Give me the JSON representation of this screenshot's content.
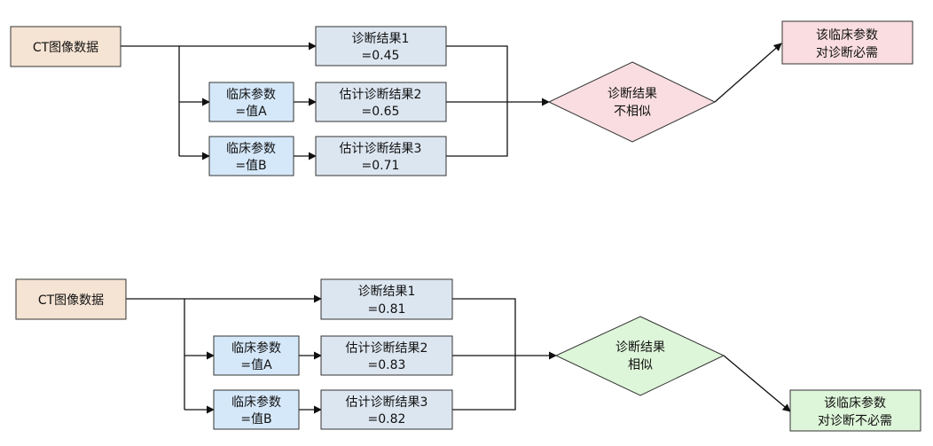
{
  "colors": {
    "input": "#f5e3d3",
    "result": "#dce6f1",
    "param": "#d5e8fa",
    "dissimilar": "#f9dde0",
    "similar": "#ddf5d8",
    "line": "#111111"
  },
  "top": {
    "input_label": "CT图像数据",
    "result1": [
      "诊断结果1",
      "=0.45"
    ],
    "param_a": [
      "临床参数",
      "=值A"
    ],
    "result2": [
      "估计诊断结果2",
      "=0.65"
    ],
    "param_b": [
      "临床参数",
      "=值B"
    ],
    "result3": [
      "估计诊断结果3",
      "=0.71"
    ],
    "decision": [
      "诊断结果",
      "不相似"
    ],
    "conclusion": [
      "该临床参数",
      "对诊断必需"
    ]
  },
  "bottom": {
    "input_label": "CT图像数据",
    "result1": [
      "诊断结果1",
      "=0.81"
    ],
    "param_a": [
      "临床参数",
      "=值A"
    ],
    "result2": [
      "估计诊断结果2",
      "=0.83"
    ],
    "param_b": [
      "临床参数",
      "=值B"
    ],
    "result3": [
      "估计诊断结果3",
      "=0.82"
    ],
    "decision": [
      "诊断结果",
      "相似"
    ],
    "conclusion": [
      "该临床参数",
      "对诊断不必需"
    ]
  }
}
